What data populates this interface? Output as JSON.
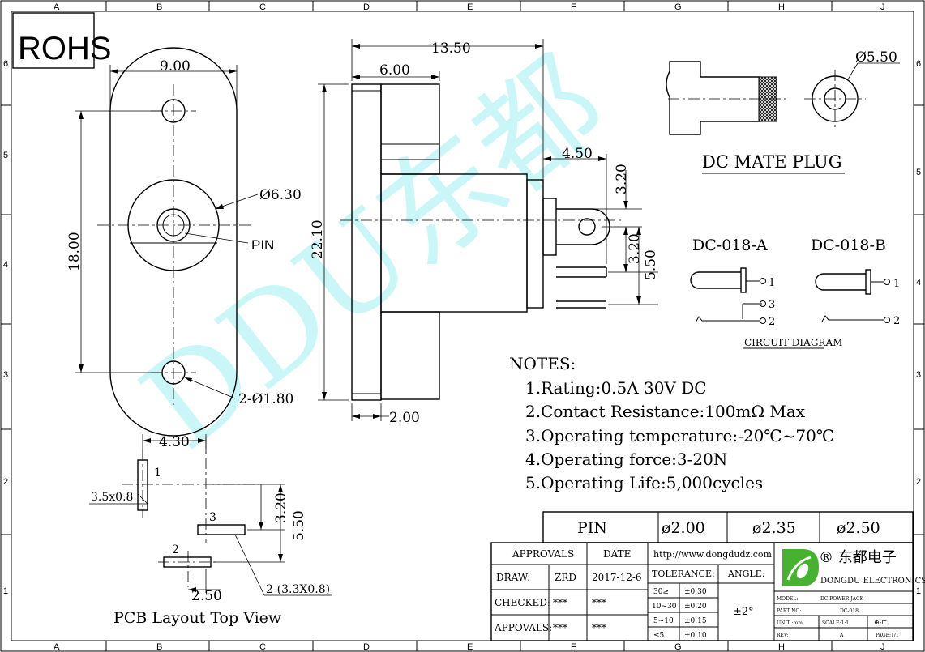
{
  "frame": {
    "cols": [
      "A",
      "B",
      "C",
      "D",
      "E",
      "F",
      "G",
      "H",
      "J"
    ],
    "rows": [
      "6",
      "5",
      "4",
      "3",
      "2",
      "1"
    ]
  },
  "rohs": "ROHS",
  "front_view": {
    "dim_width": "9.00",
    "dim_height": "18.00",
    "dim_dia": "Ø6.30",
    "pin_label": "PIN",
    "hole_label": "2-Ø1.80"
  },
  "side_view": {
    "dim_total": "13.50",
    "dim_body": "6.00",
    "dim_height": "22.10",
    "dim_flange": "2.00",
    "dim_tab": "4.50",
    "dim_v1": "3.20",
    "dim_v2": "3.20",
    "dim_v3": "5.50"
  },
  "mate_plug": {
    "dia": "Ø5.50",
    "label": "DC MATE PLUG"
  },
  "circuit": {
    "a_label": "DC-018-A",
    "b_label": "DC-018-B",
    "title": "CIRCUIT DIAGRAM",
    "pin1": "1",
    "pin2": "2",
    "pin3": "3"
  },
  "watermark": "DDU东都",
  "notes": {
    "title": "NOTES:",
    "items": [
      "1.Rating:0.5A 30V DC",
      "2.Contact Resistance:100mΩ Max",
      "3.Operating temperature:-20℃~70℃",
      "4.Operating force:3-20N",
      "5.Operating Life:5,000cycles"
    ]
  },
  "pcb": {
    "dim_43": "4.30",
    "pad1_label": "3.5x0.8",
    "n1": "1",
    "n2": "2",
    "n3": "3",
    "dim_32": "3.20",
    "dim_55": "5.50",
    "dim_25": "2.50",
    "pad2_label": "2-(3.3X0.8)",
    "title": "PCB Layout Top View"
  },
  "pin_table": {
    "header": "PIN",
    "options": [
      "ø2.00",
      "ø2.35",
      "ø2.50"
    ]
  },
  "title_block": {
    "approvals": "APPROVALS",
    "date": "DATE",
    "url": "http://www.dongdudz.com",
    "draw": "DRAW:",
    "draw_name": "ZRD",
    "draw_date": "2017-12-6",
    "checked": "CHECKED:",
    "appovals": "APPOVALS:",
    "stars": "***",
    "tolerance": "TOLERANCE:",
    "angle": "ANGLE:",
    "angle_val": "±2°",
    "tol_rows": [
      {
        "range": "30≥",
        "val": "±0.30"
      },
      {
        "range": "10~30",
        "val": "±0.20"
      },
      {
        "range": "5~10",
        "val": "±0.15"
      },
      {
        "range": "≤5",
        "val": "±0.10"
      }
    ],
    "company_cn": "® 东都电子",
    "company_en": "DONGDU ELECTRONICS",
    "model_k": "MODEL:",
    "model_v": "DC POWER JACK",
    "part_k": "PART NO:",
    "part_v": "DC-018",
    "unit_k": "UNIT :mm",
    "scale": "SCALE:1:1",
    "proj": "⊕-⊏",
    "rev_k": "REV:",
    "rev_v": "A",
    "page": "PAGE:1/1"
  },
  "colors": {
    "watermark": "#9ff0f2",
    "logo": "#46b22f"
  }
}
